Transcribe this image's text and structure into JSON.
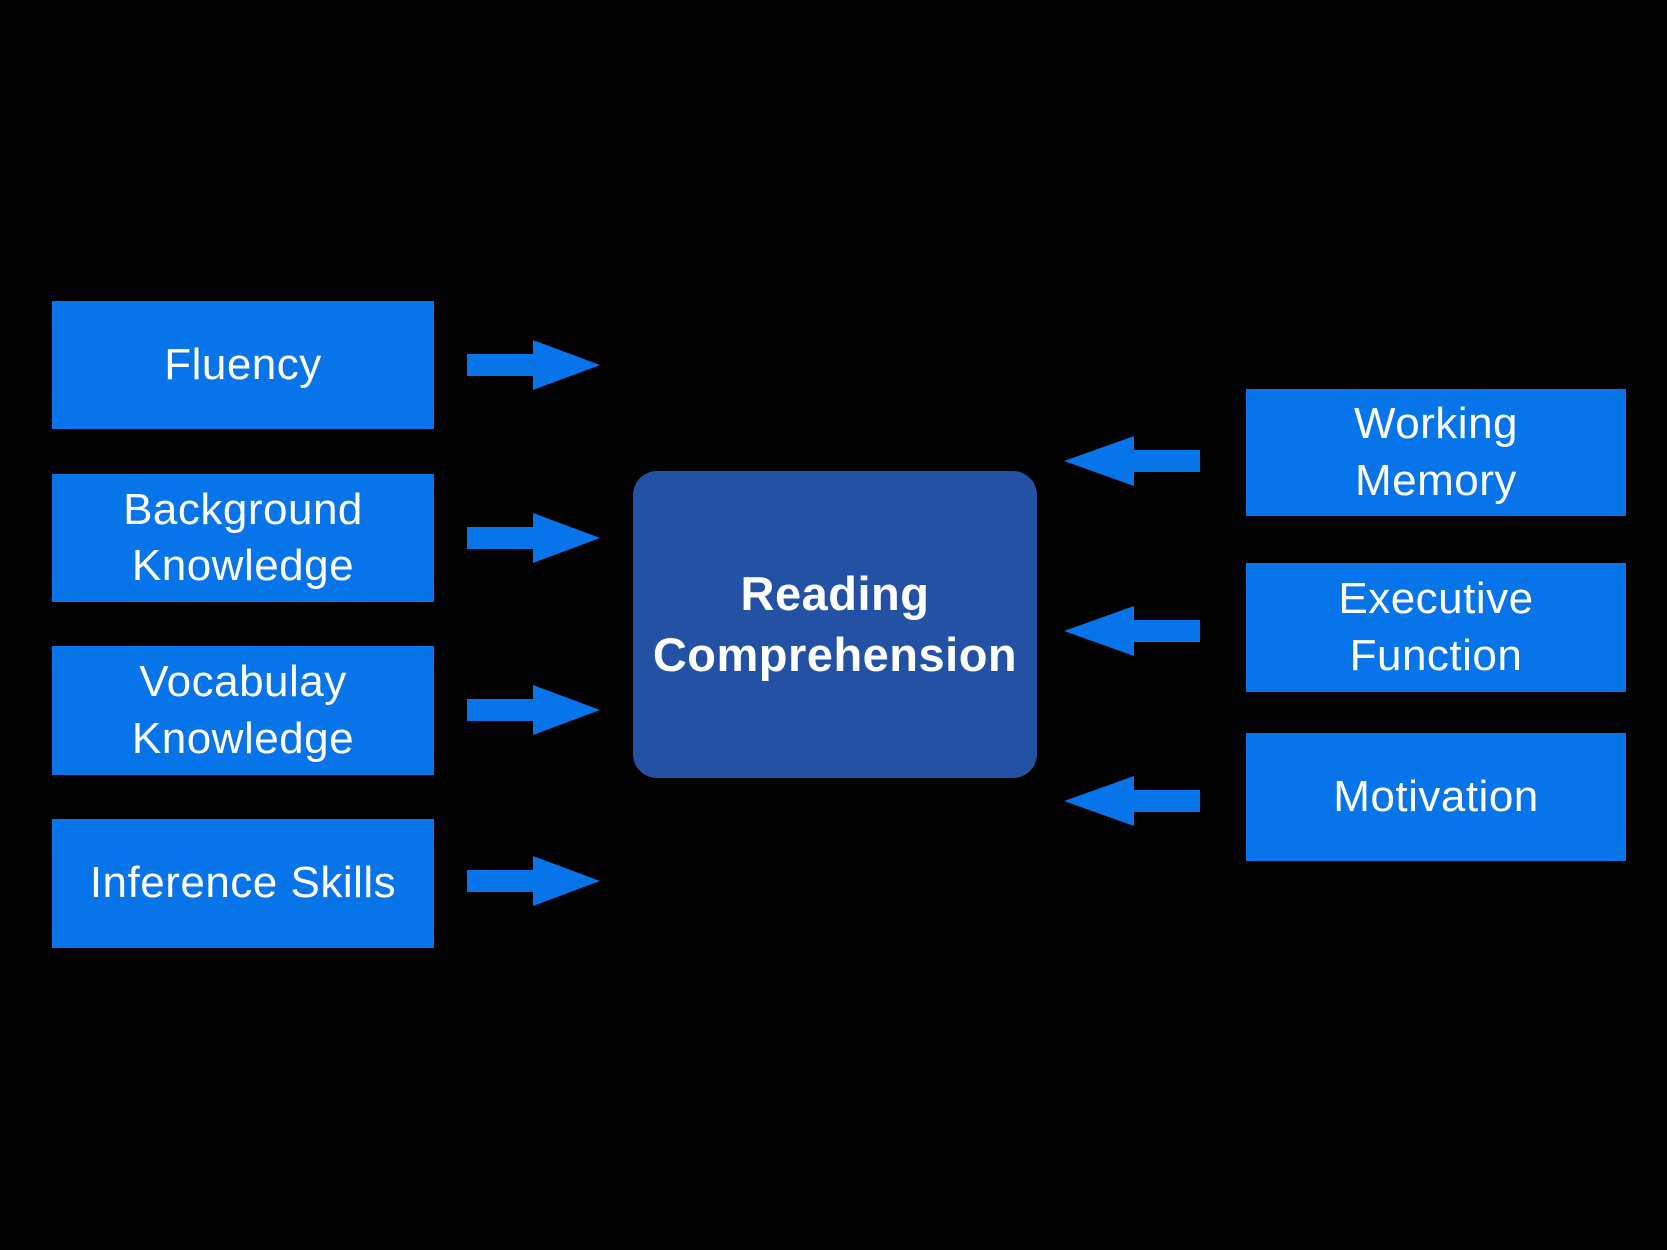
{
  "theme": {
    "background": "#000000",
    "node-blue": "#0774ea",
    "center-blue": "#2352a5",
    "text-white": "#ffffff"
  },
  "diagram": {
    "center": {
      "label": "Reading\nComprehension"
    },
    "left": [
      {
        "label": "Fluency"
      },
      {
        "label": "Background\nKnowledge"
      },
      {
        "label": "Vocabulay\nKnowledge"
      },
      {
        "label": "Inference Skills"
      }
    ],
    "right": [
      {
        "label": "Working\nMemory"
      },
      {
        "label": "Executive\nFunction"
      },
      {
        "label": "Motivation"
      }
    ],
    "arrow_icons": {
      "left_to_center": "arrow-right-icon",
      "right_to_center": "arrow-left-icon"
    }
  }
}
